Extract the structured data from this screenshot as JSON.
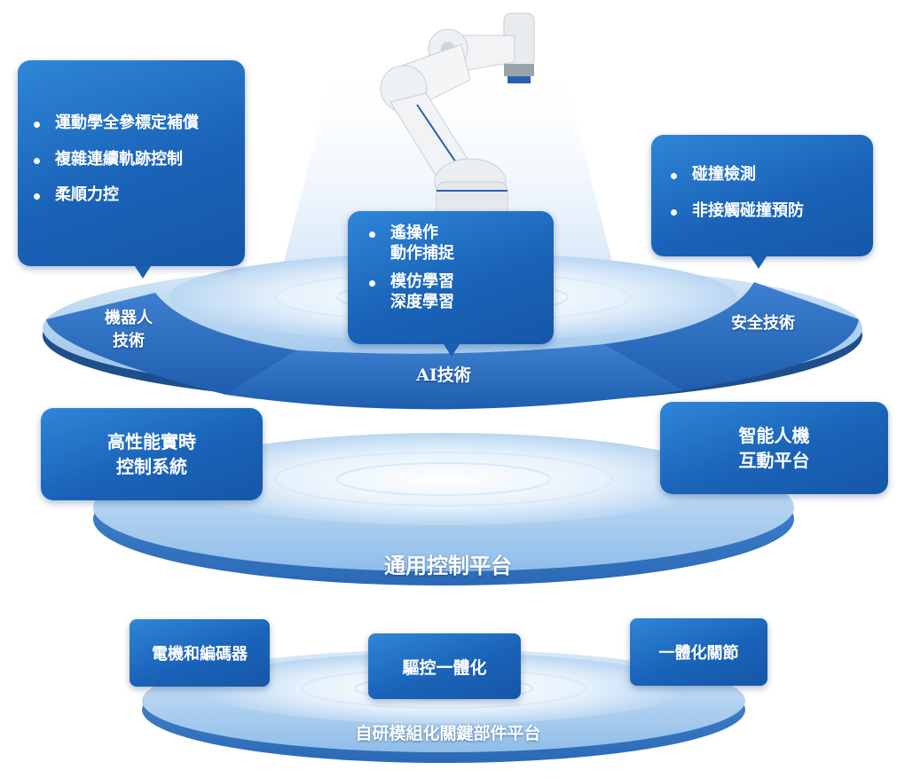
{
  "colors": {
    "accent": "#1a63b8",
    "ring_light": "#cfe3f7",
    "ring_mid": "#7fb1e6",
    "ring_dark": "#3f7ec9"
  },
  "robot_arm": {
    "icon": "robot-arm-icon"
  },
  "tiers": {
    "top": {
      "sectors": {
        "robot": "機器人\n技術",
        "ai": "AI技術",
        "safety": "安全技術"
      },
      "callouts": {
        "robot": {
          "items": [
            "運動學全參標定補償",
            "複雜連續軌跡控制",
            "柔順力控"
          ]
        },
        "ai": {
          "items": [
            "遙操作\n動作捕捉",
            "模仿學習\n深度學習"
          ]
        },
        "safety": {
          "items": [
            "碰撞檢測",
            "非接觸碰撞預防"
          ]
        }
      }
    },
    "middle": {
      "platform_label": "通用控制平台",
      "left_box": "高性能實時\n控制系統",
      "right_box": "智能人機\n互動平台"
    },
    "bottom": {
      "platform_label": "自研模組化關鍵部件平台",
      "boxes": [
        "電機和編碼器",
        "驅控一體化",
        "一體化關節"
      ]
    }
  }
}
